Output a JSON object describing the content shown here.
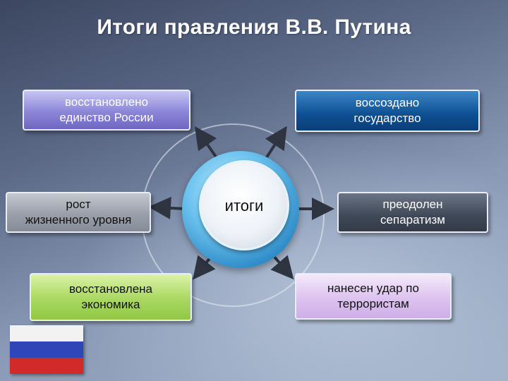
{
  "title": "Итоги правления В.В. Путина",
  "center_label": "итоги",
  "boxes": [
    {
      "text": "восстановлено\nединство России"
    },
    {
      "text": "воссоздано\nгосударство"
    },
    {
      "text": "рост\nжизненного уровня"
    },
    {
      "text": "преодолен\nсепаратизм"
    },
    {
      "text": "восстановлена\nэкономика"
    },
    {
      "text": "нанесен удар по\nтеррористам"
    }
  ],
  "flag_colors": [
    "#f2f2f2",
    "#2f46b8",
    "#d22a2a"
  ]
}
